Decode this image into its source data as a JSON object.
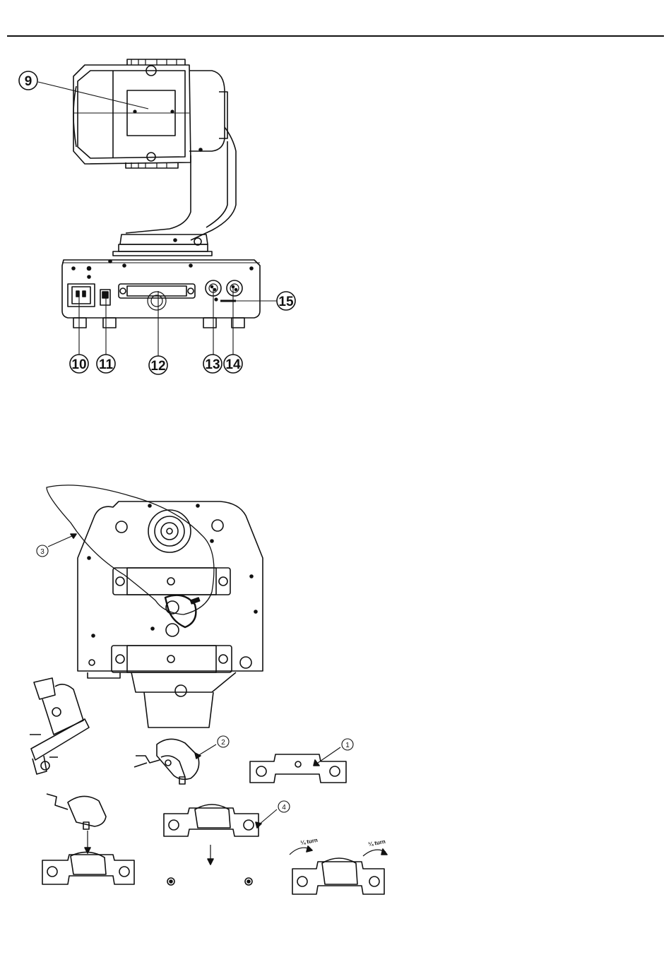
{
  "top_view": {
    "callouts": [
      {
        "id": "9",
        "label": "9"
      },
      {
        "id": "10",
        "label": "10"
      },
      {
        "id": "11",
        "label": "11"
      },
      {
        "id": "12",
        "label": "12"
      },
      {
        "id": "13",
        "label": "13"
      },
      {
        "id": "14",
        "label": "14"
      },
      {
        "id": "15",
        "label": "15"
      }
    ]
  },
  "mounting_view": {
    "callouts": [
      {
        "id": "1",
        "label": "1"
      },
      {
        "id": "2",
        "label": "2"
      },
      {
        "id": "3",
        "label": "3"
      },
      {
        "id": "4",
        "label": "4"
      }
    ],
    "turn_labels": [
      "¼ turn",
      "¼ turn"
    ]
  }
}
